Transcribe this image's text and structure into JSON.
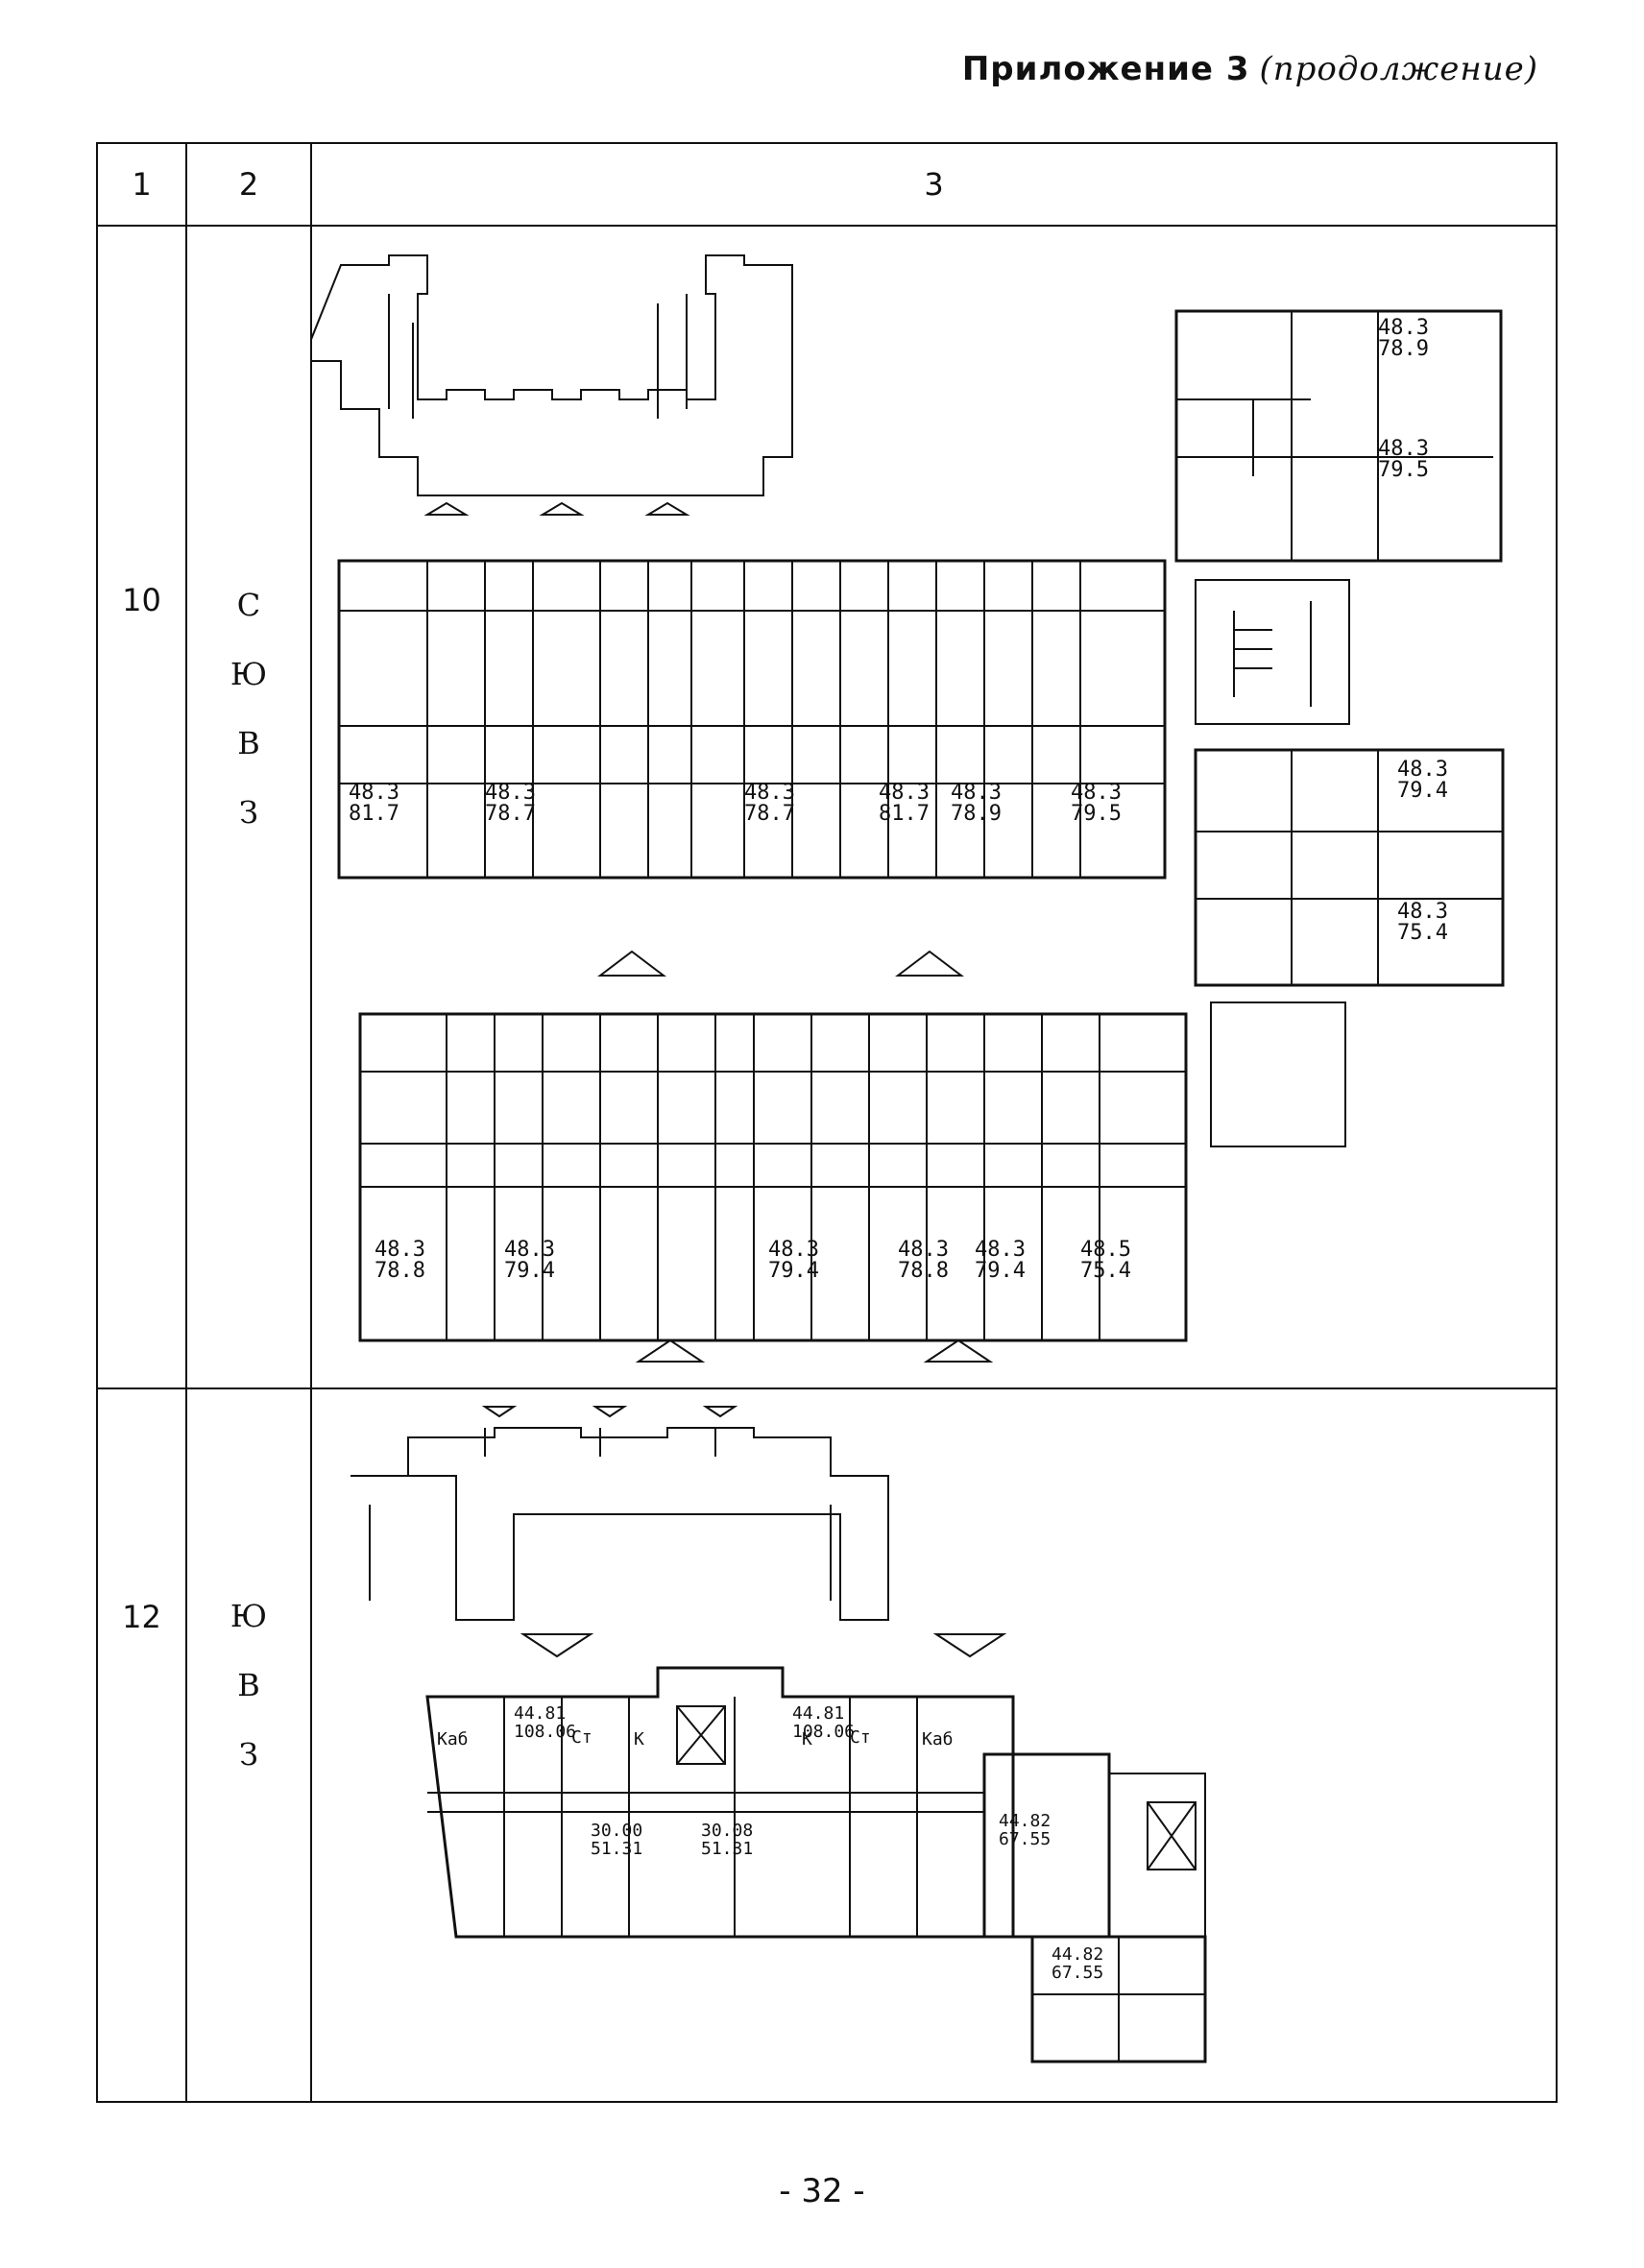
{
  "header": {
    "title": "Приложение 3",
    "subtitle": "(продолжение)"
  },
  "table": {
    "columns": [
      "1",
      "2",
      "3"
    ],
    "rows": [
      {
        "number": "10",
        "directions": [
          "С",
          "Ю",
          "В",
          "З"
        ],
        "plan_labels": {
          "a": [
            "48.3",
            "81.7"
          ],
          "b": [
            "48.3",
            "78.7"
          ],
          "c": [
            "48.3",
            "78.7"
          ],
          "d": [
            "48.3",
            "81.7"
          ],
          "e": [
            "48.3",
            "78.9"
          ],
          "f": [
            "48.3",
            "79.5"
          ],
          "g": [
            "48.3",
            "78.9"
          ],
          "h": [
            "48.3",
            "79.5"
          ],
          "i": [
            "48.3",
            "79.4"
          ],
          "j": [
            "48.3",
            "75.4"
          ],
          "k": [
            "48.3",
            "78.8"
          ],
          "l": [
            "48.3",
            "79.4"
          ],
          "m": [
            "48.3",
            "79.4"
          ],
          "n": [
            "48.3",
            "78.8"
          ],
          "o": [
            "48.3",
            "79.4"
          ],
          "p": [
            "48.5",
            "75.4"
          ]
        }
      },
      {
        "number": "12",
        "directions": [
          "Ю",
          "В",
          "З"
        ],
        "plan_labels": {
          "a": [
            "44.81",
            "108.06"
          ],
          "b": [
            "44.81",
            "108.06"
          ],
          "c": [
            "30.00",
            "51.31"
          ],
          "d": [
            "30.08",
            "51.31"
          ],
          "e": [
            "44.82",
            "67.55"
          ],
          "f": [
            "44.82",
            "67.55"
          ],
          "kab1": "Каб",
          "kab2": "Каб",
          "st1": "Ст",
          "st2": "Ст",
          "k1": "К",
          "k2": "К"
        }
      }
    ]
  },
  "footer": {
    "page": "- 32 -"
  }
}
